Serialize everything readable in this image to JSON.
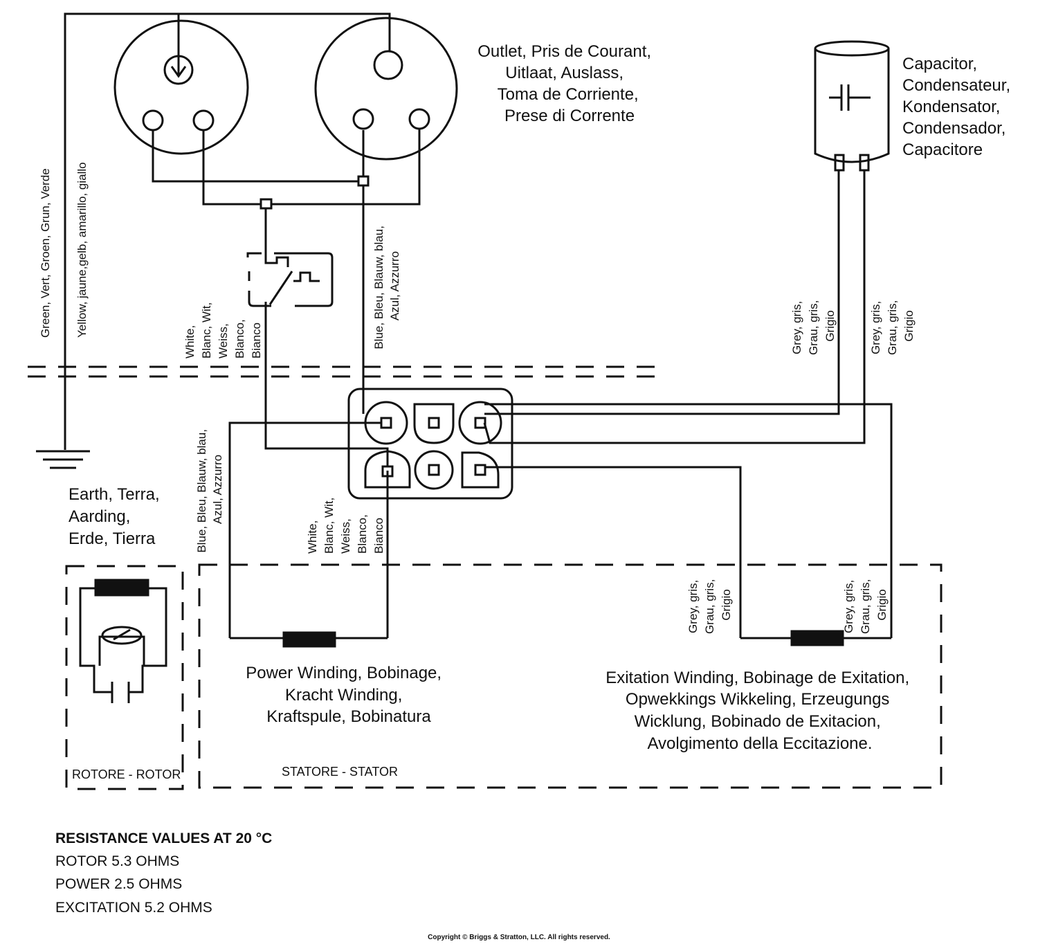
{
  "outlet_label": [
    "Outlet, Pris de Courant,",
    "Uitlaat, Auslass,",
    "Toma de Corriente,",
    "Prese di Corrente"
  ],
  "capacitor_label": [
    "Capacitor,",
    "Condensateur,",
    "Kondensator,",
    "Condensador,",
    "Capacitore"
  ],
  "earth_label": [
    "Earth, Terra,",
    "Aarding,",
    "Erde, Tierra"
  ],
  "wire_green": "Green, Vert, Groen, Grun, Verde",
  "wire_yellow": "Yellow, jaune,gelb, amarillo, giallo",
  "wire_white_upper": [
    "White,",
    "Blanc, Wit,",
    "Weiss,",
    "Blanco,",
    "Bianco"
  ],
  "wire_blue_upper": [
    "Blue, Bleu, Blauw, blau,",
    "Azul, Azzurro"
  ],
  "wire_grey_1": [
    "Grey, gris,",
    "Grau, gris,",
    "Grigio"
  ],
  "wire_grey_2": [
    "Grey, gris,",
    "Grau, gris,",
    "Grigio"
  ],
  "wire_blue_lower": [
    "Blue, Bleu, Blauw, blau,",
    "Azul, Azzurro"
  ],
  "wire_white_lower": [
    "White,",
    "Blanc, Wit,",
    "Weiss,",
    "Blanco,",
    "Bianco"
  ],
  "wire_grey_3": [
    "Grey, gris,",
    "Grau, gris,",
    "Grigio"
  ],
  "wire_grey_4": [
    "Grey, gris,",
    "Grau, gris,",
    "Grigio"
  ],
  "power_winding_label": [
    "Power Winding, Bobinage,",
    "Kracht  Winding,",
    "Kraftspule, Bobinatura"
  ],
  "excitation_winding_label": [
    "Exitation Winding, Bobinage de Exitation,",
    "Opwekkings Wikkeling, Erzeugungs",
    "Wicklung, Bobinado de Exitacion,",
    "Avolgimento della  Eccitazione."
  ],
  "rotor_label": "ROTORE - ROTOR",
  "stator_label": "STATORE - STATOR",
  "resistance_title": "RESISTANCE VALUES AT 20 °C",
  "resistance_values": [
    "ROTOR 5.3 OHMS",
    "POWER 2.5 OHMS",
    "EXCITATION 5.2 OHMS"
  ],
  "copyright": "Copyright © Briggs & Stratton, LLC. All rights reserved."
}
